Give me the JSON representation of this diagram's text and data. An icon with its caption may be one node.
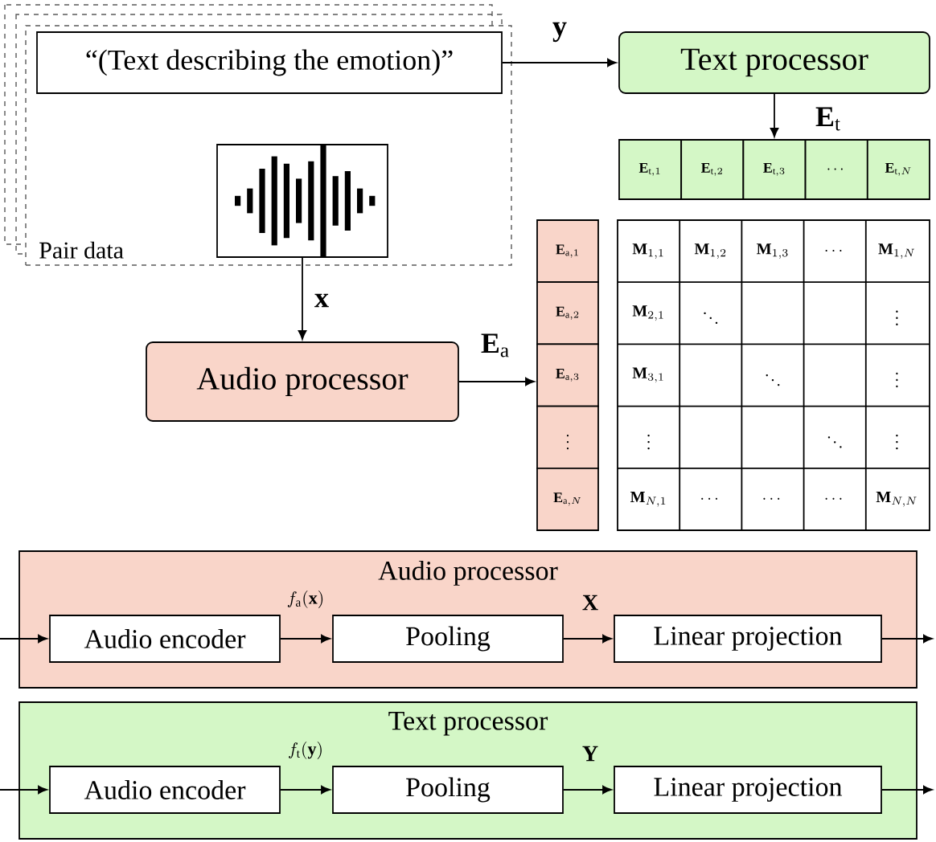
{
  "diagram": {
    "nodes": [
      {
        "text": [
          "Pair data"
        ]
      },
      {
        "text": [
          "“(Text describing the emotion)”"
        ],
        "in": 0
      },
      {
        "text": [],
        "shape": "picture",
        "in": 0
      },
      {
        "text": [
          "Text processor"
        ]
      },
      {
        "text": [
          "Audio processor"
        ]
      },
      {
        "text": [
          "\\mathbf{E}_{\\mathrm{t},1}"
        ]
      },
      {
        "text": [
          "\\mathbf{E}_{\\mathrm{t},2}"
        ]
      },
      {
        "text": [
          "\\mathbf{E}_{\\mathrm{t},3}"
        ]
      },
      {
        "text": [
          "\\cdots"
        ]
      },
      {
        "text": [
          "\\mathbf{E}_{\\mathrm{t},N}"
        ]
      },
      {
        "text": [
          "\\mathbf{E}_{\\mathrm{a},1}"
        ]
      },
      {
        "text": [
          "\\mathbf{E}_{\\mathrm{a},2}"
        ]
      },
      {
        "text": [
          "\\mathbf{E}_{\\mathrm{a},3}"
        ]
      },
      {
        "text": [
          "\\vdots"
        ]
      },
      {
        "text": [
          "\\mathbf{E}_{\\mathrm{a},N}"
        ]
      },
      {
        "text": [
          "Audio processor"
        ]
      },
      {
        "text": [
          "Audio encoder"
        ],
        "in": 15
      },
      {
        "text": [
          "Pooling"
        ],
        "in": 15
      },
      {
        "text": [
          "Linear projection"
        ],
        "in": 15
      },
      {
        "text": [
          "Text processor"
        ]
      },
      {
        "text": [
          "Audio encoder"
        ],
        "in": 19
      },
      {
        "text": [
          "Pooling"
        ],
        "in": 19
      },
      {
        "text": [
          "Linear projection"
        ],
        "in": 19
      }
    ],
    "edges": [
      {
        "from": 1,
        "to": 3,
        "arrow": "to",
        "label": "\\mathbf{y}"
      },
      {
        "from": 2,
        "to": 4,
        "arrow": "to",
        "label": "\\mathbf{x}"
      },
      {
        "from": 3,
        "to": 7,
        "arrow": "to",
        "label": "\\mathbf{E}_{\\mathrm{t}}"
      },
      {
        "from": 4,
        "to": 12,
        "arrow": "to",
        "label": "\\mathbf{E}_{\\mathrm{a}}"
      },
      {
        "from": null,
        "to": 16,
        "arrow": "to"
      },
      {
        "from": 16,
        "to": 17,
        "arrow": "to",
        "label": "f_{\\mathrm{a}}(\\mathbf{x})"
      },
      {
        "from": 17,
        "to": 18,
        "arrow": "to",
        "label": "\\mathbf{X}"
      },
      {
        "from": 18,
        "to": null,
        "arrow": "to"
      },
      {
        "from": null,
        "to": 20,
        "arrow": "to"
      },
      {
        "from": 20,
        "to": 21,
        "arrow": "to",
        "label": "f_{\\mathrm{t}}(\\mathbf{y})"
      },
      {
        "from": 21,
        "to": 22,
        "arrow": "to",
        "label": "\\mathbf{Y}"
      },
      {
        "from": 22,
        "to": null,
        "arrow": "to"
      }
    ],
    "labels": [
      "\\mathbf{M}_{1,1}",
      "\\mathbf{M}_{1,2}",
      "\\mathbf{M}_{1,3}",
      "\\cdots",
      "\\mathbf{M}_{1,N}",
      "\\mathbf{M}_{2,1}",
      "\\ddots",
      "\\vdots",
      "\\mathbf{M}_{3,1}",
      "\\ddots",
      "\\vdots",
      "\\vdots",
      "\\ddots",
      "\\vdots",
      "\\mathbf{M}_{N,1}",
      "\\cdots",
      "\\cdots",
      "\\cdots",
      "\\mathbf{M}_{N,N}"
    ]
  }
}
